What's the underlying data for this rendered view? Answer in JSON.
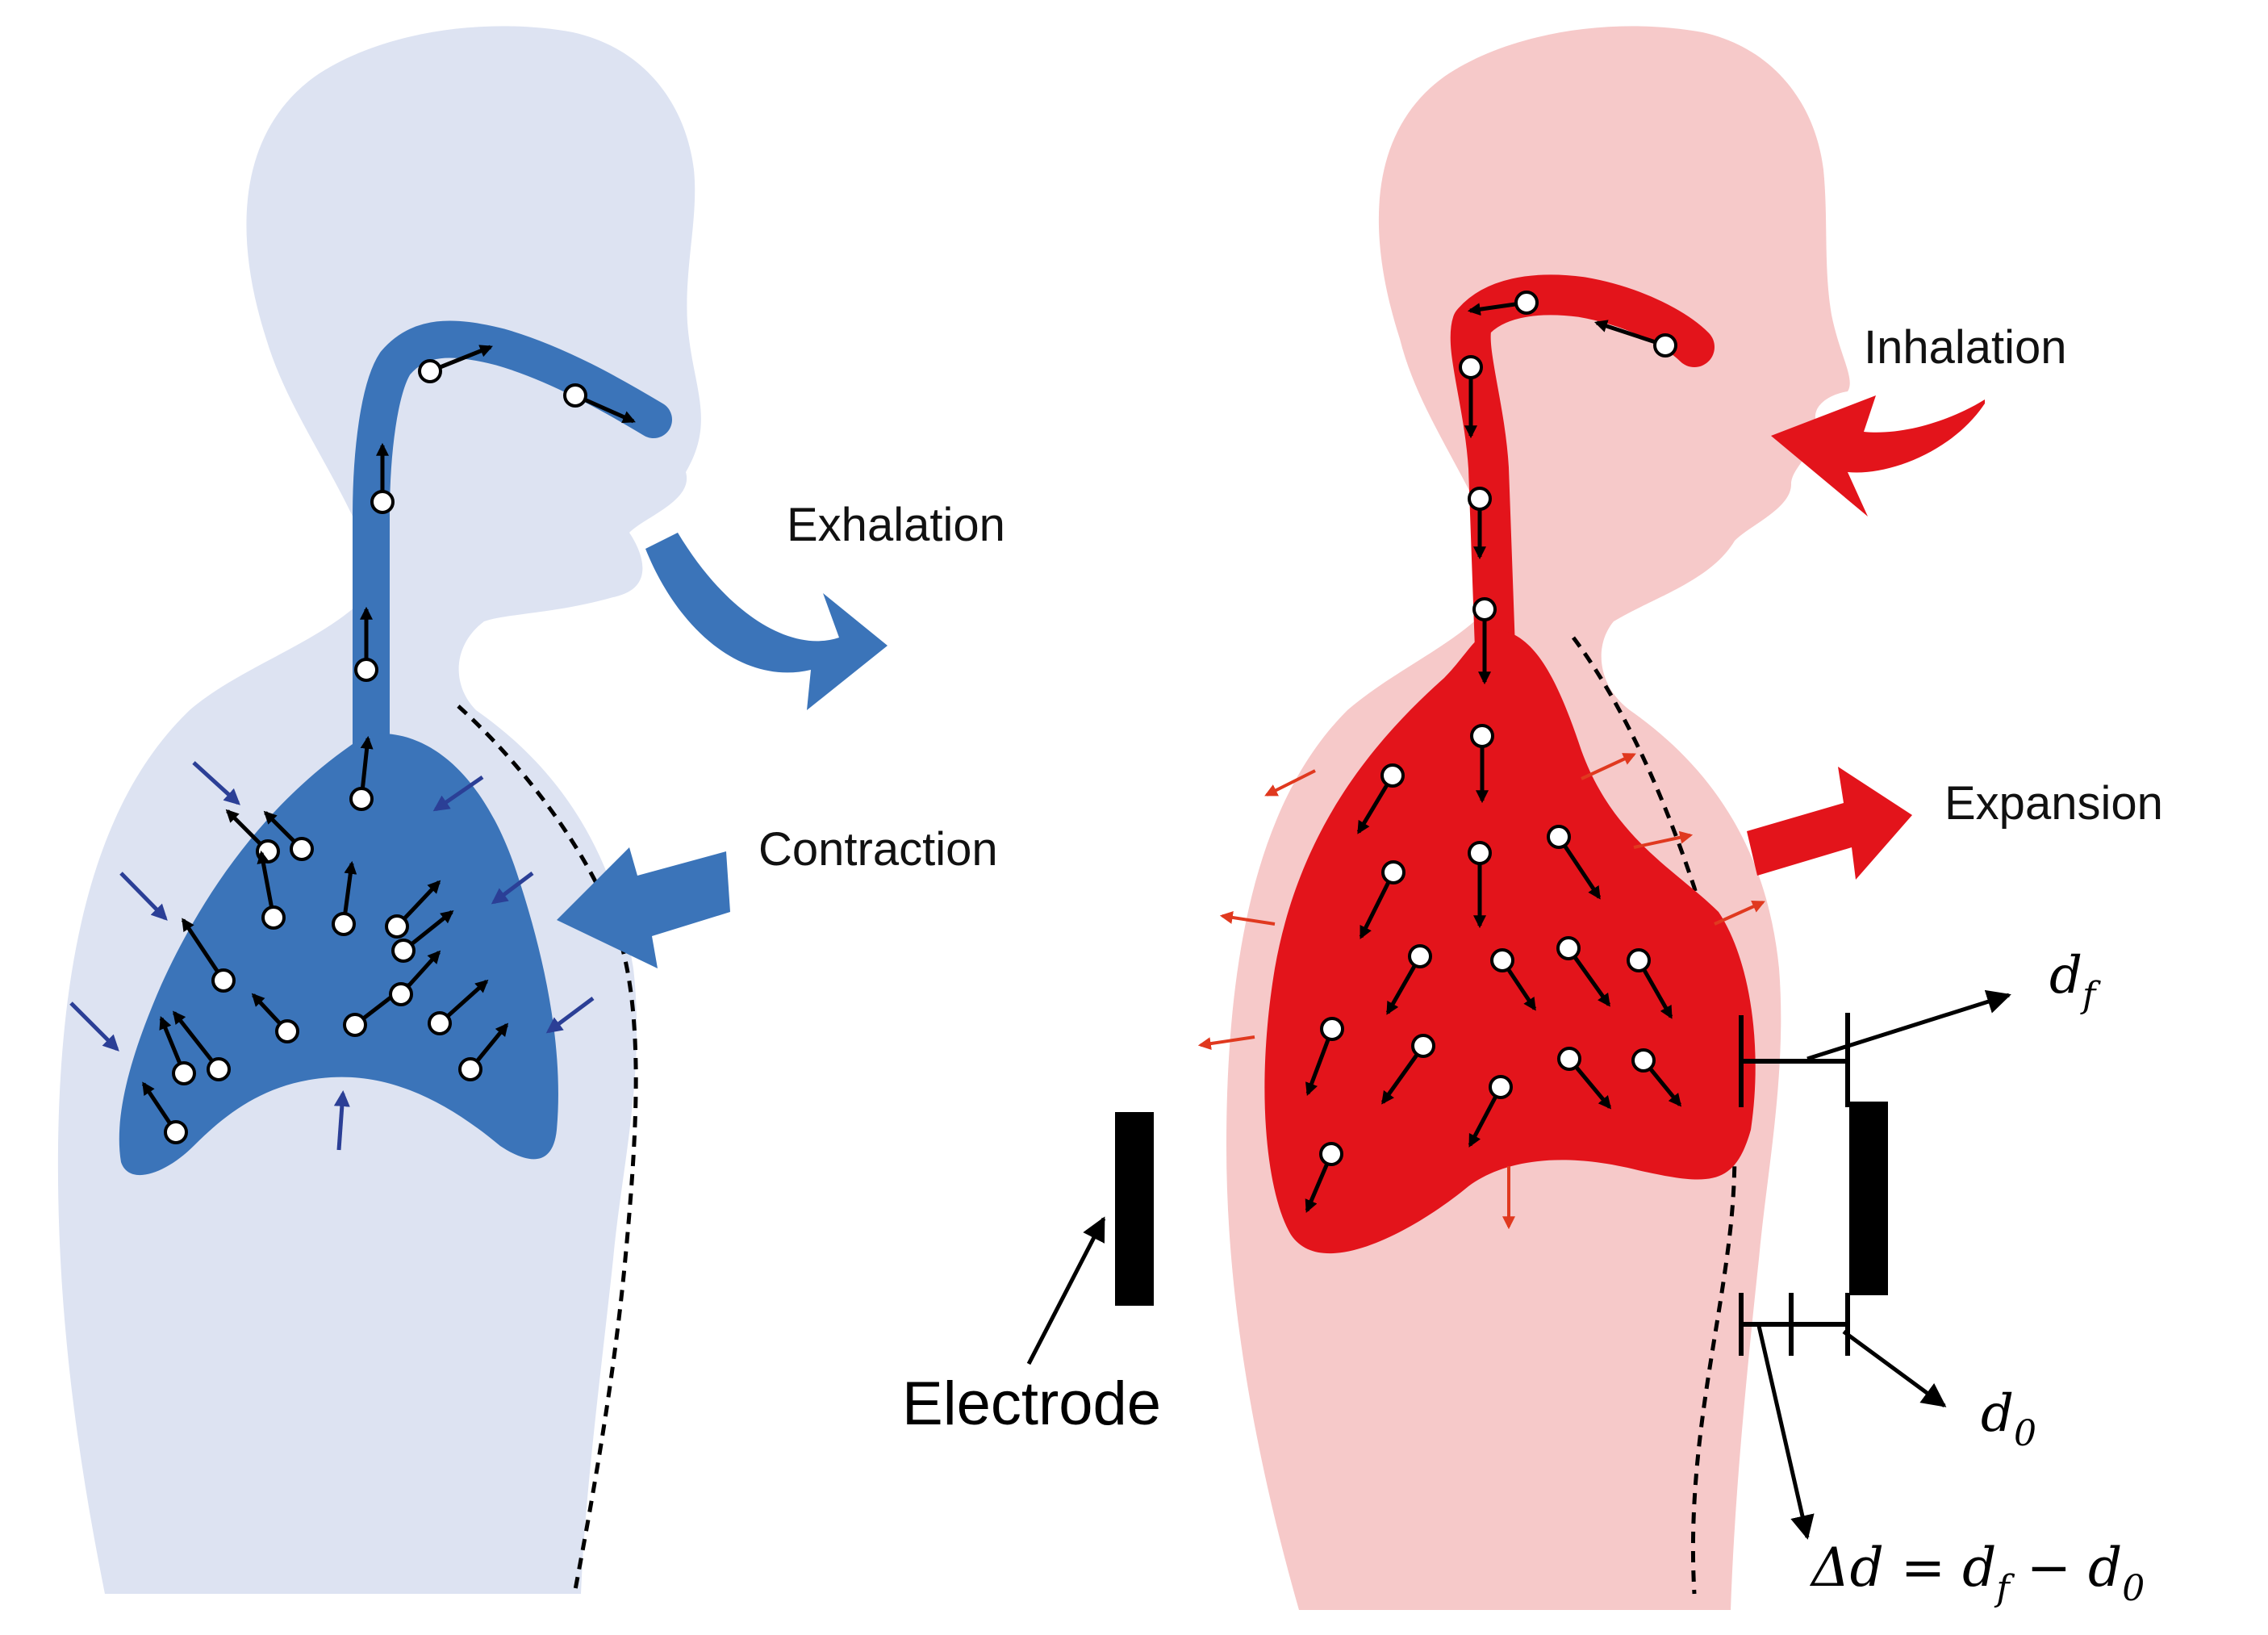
{
  "colors": {
    "exhale_body": "#dde3f2",
    "exhale_lung": "#3b74b9",
    "exhale_small_arrow": "#2b3f96",
    "inhale_body": "#f6c9c9",
    "inhale_lung": "#e3141b",
    "inhale_small_arrow": "#e0391f",
    "ink": "#000000"
  },
  "exhalation_panel": {
    "label_exhalation": "Exhalation",
    "label_contraction": "Contraction"
  },
  "inhalation_panel": {
    "label_inhalation": "Inhalation",
    "label_expansion": "Expansion",
    "label_electrode": "Electrode",
    "label_df": "d",
    "label_df_sub": "f",
    "label_d0": "d",
    "label_d0_sub": "0",
    "label_delta_prefix": "Δd = ",
    "label_delta_df": "d",
    "label_delta_df_sub": "f",
    "label_delta_minus": " − ",
    "label_delta_d0": "d",
    "label_delta_d0_sub": "0"
  }
}
